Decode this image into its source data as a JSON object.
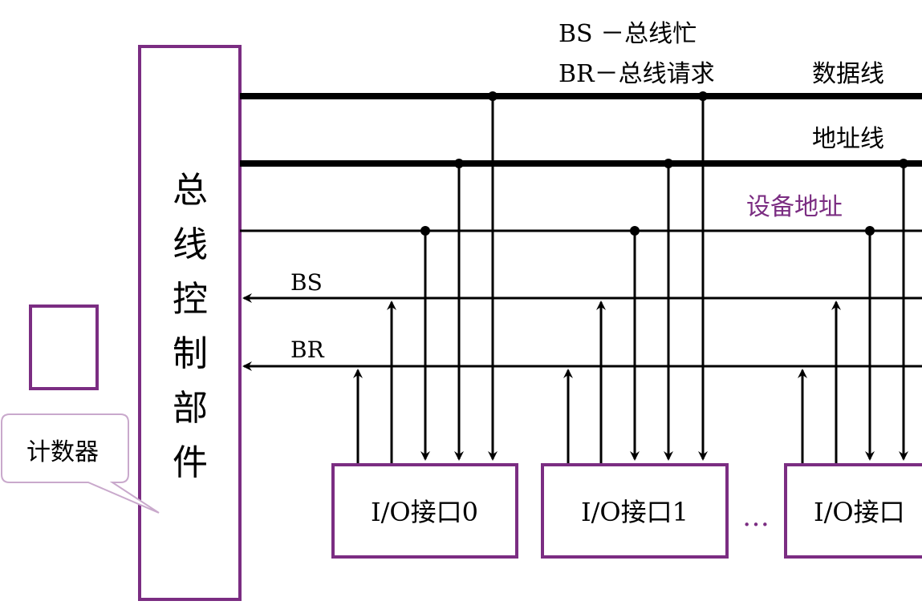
{
  "legend": {
    "bs": "BS －总线忙",
    "br": "BR－总线请求"
  },
  "bus_labels": {
    "data": "数据线",
    "address": "地址线",
    "device_address": "设备地址",
    "bs": "BS",
    "br": "BR"
  },
  "controller": {
    "label_chars": [
      "总",
      "线",
      "控",
      "制",
      "部",
      "件"
    ]
  },
  "callout": {
    "text": "计数器"
  },
  "interfaces": [
    {
      "label": "I/O接口0"
    },
    {
      "label": "I/O接口1"
    },
    {
      "label": "I/O接口"
    }
  ],
  "ellipsis": "…",
  "colors": {
    "accent": "#7b2d82",
    "line": "#000000",
    "callout_border": "#c9a9cc"
  }
}
